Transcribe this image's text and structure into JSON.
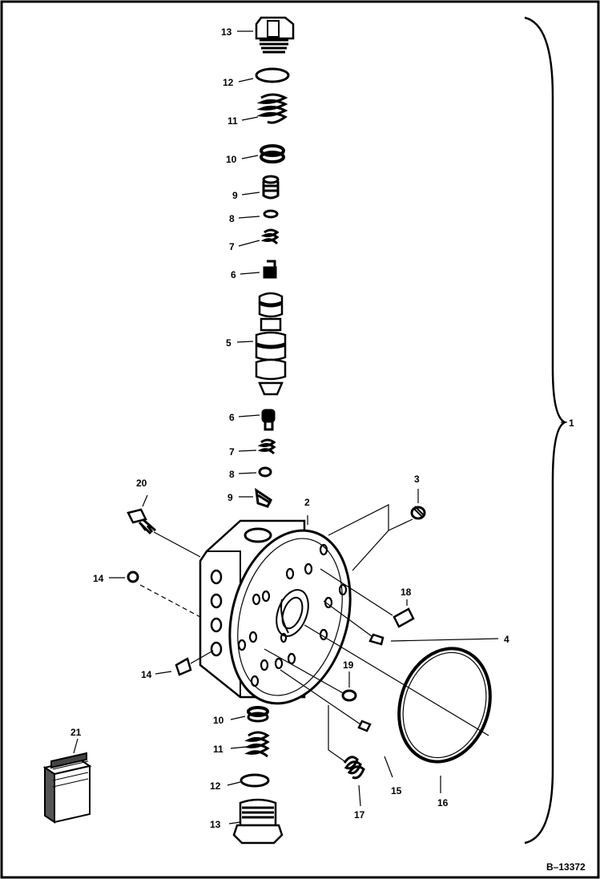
{
  "diagram": {
    "reference": "B–13372",
    "callouts": {
      "c1": "1",
      "c2": "2",
      "c3": "3",
      "c4": "4",
      "c5": "5",
      "c6a": "6",
      "c6b": "6",
      "c7a": "7",
      "c7b": "7",
      "c8a": "8",
      "c8b": "8",
      "c9a": "9",
      "c9b": "9",
      "c10a": "10",
      "c10b": "10",
      "c11a": "11",
      "c11b": "11",
      "c12a": "12",
      "c12b": "12",
      "c13a": "13",
      "c13b": "13",
      "c14a": "14",
      "c14b": "14",
      "c15": "15",
      "c16": "16",
      "c17": "17",
      "c18": "18",
      "c19": "19",
      "c20": "20",
      "c21": "21"
    }
  }
}
